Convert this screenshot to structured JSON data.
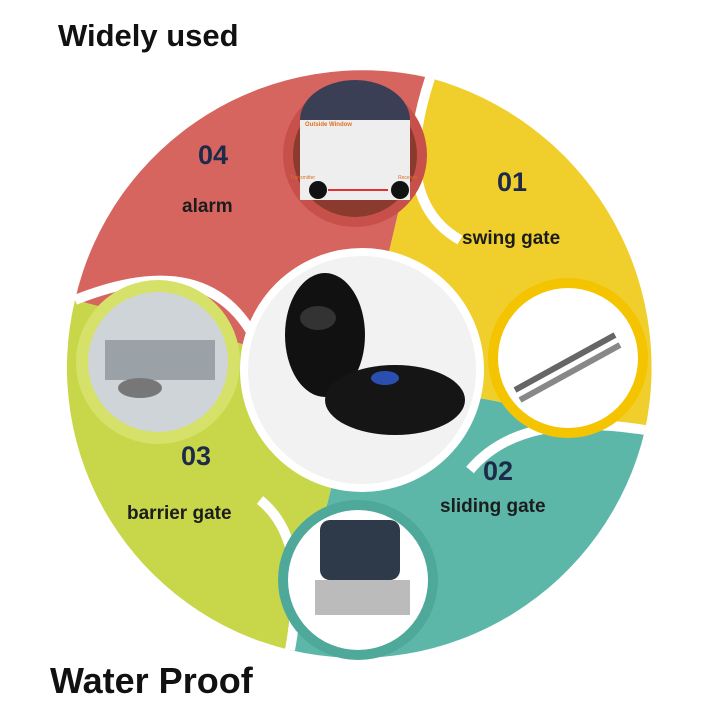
{
  "header": {
    "title": "Widely used"
  },
  "footer": {
    "title": "Water Proof"
  },
  "segments": [
    {
      "number": "01",
      "label": "swing gate",
      "color": "#f0cf2c"
    },
    {
      "number": "02",
      "label": "sliding gate",
      "color": "#5cb7a9"
    },
    {
      "number": "03",
      "label": "barrier gate",
      "color": "#c8d64a"
    },
    {
      "number": "04",
      "label": "alarm",
      "color": "#d7655f"
    }
  ],
  "alarm_image": {
    "caption_top": "Outside Window",
    "caption_left": "Transmitter",
    "caption_right": "Receiver"
  }
}
